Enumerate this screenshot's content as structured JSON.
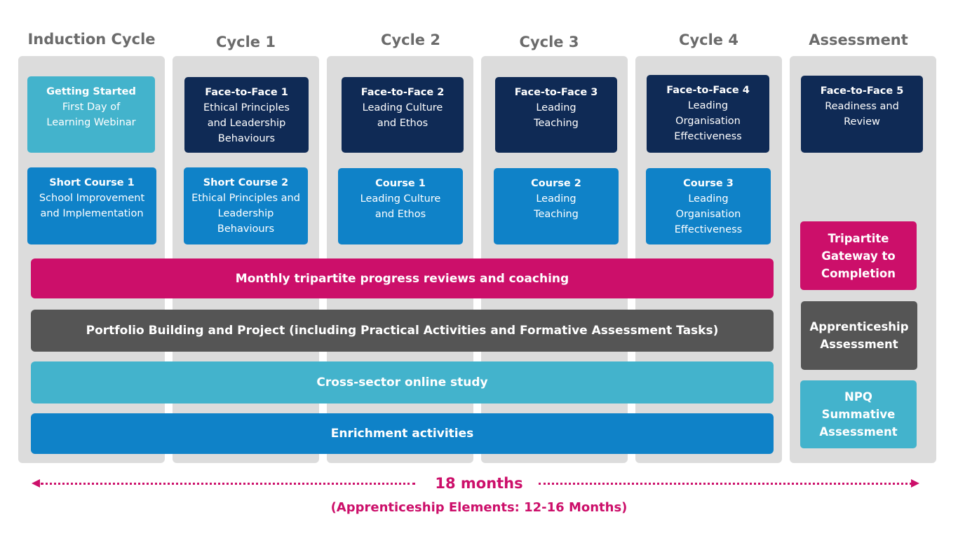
{
  "columns": {
    "induction": "Induction Cycle",
    "cycle1": "Cycle 1",
    "cycle2": "Cycle 2",
    "cycle3": "Cycle 3",
    "cycle4": "Cycle 4",
    "assessment": "Assessment"
  },
  "top_boxes": {
    "getting_started": {
      "title": "Getting Started",
      "l1": "First Day of",
      "l2": "Learning Webinar"
    },
    "f2f1": {
      "title": "Face-to-Face 1",
      "l1": "Ethical Principles",
      "l2": "and Leadership",
      "l3": "Behaviours"
    },
    "f2f2": {
      "title": "Face-to-Face 2",
      "l1": "Leading Culture",
      "l2": "and Ethos"
    },
    "f2f3": {
      "title": "Face-to-Face 3",
      "l1": "Leading",
      "l2": "Teaching"
    },
    "f2f4": {
      "title": "Face-to-Face 4",
      "l1": "Leading",
      "l2": "Organisation",
      "l3": "Effectiveness"
    },
    "f2f5": {
      "title": "Face-to-Face 5",
      "l1": "Readiness and",
      "l2": "Review"
    }
  },
  "course_boxes": {
    "sc1": {
      "title": "Short Course 1",
      "l1": "School Improvement",
      "l2": "and Implementation"
    },
    "sc2": {
      "title": "Short Course 2",
      "l1": "Ethical Principles and",
      "l2": "Leadership",
      "l3": "Behaviours"
    },
    "c1": {
      "title": "Course 1",
      "l1": "Leading Culture",
      "l2": "and Ethos"
    },
    "c2": {
      "title": "Course 2",
      "l1": "Leading",
      "l2": "Teaching"
    },
    "c3": {
      "title": "Course 3",
      "l1": "Leading",
      "l2": "Organisation",
      "l3": "Effectiveness"
    }
  },
  "bars": {
    "monthly": "Monthly tripartite progress reviews and coaching",
    "portfolio": "Portfolio Building and Project (including Practical Activities and Formative Assessment Tasks)",
    "cross_sector": "Cross-sector online study",
    "enrichment": "Enrichment activities"
  },
  "assessment_boxes": {
    "tripartite": {
      "l1": "Tripartite",
      "l2": "Gateway to",
      "l3": "Completion"
    },
    "apprenticeship": {
      "l1": "Apprenticeship",
      "l2": "Assessment"
    },
    "npq": {
      "l1": "NPQ",
      "l2": "Summative",
      "l3": "Assessment"
    }
  },
  "timeline": {
    "duration": "18 months",
    "note": "(Apprenticeship Elements: 12-16 Months)"
  },
  "colors": {
    "dark_navy": "#0f2a55",
    "blue": "#0f82c8",
    "teal": "#43b3cc",
    "pink": "#cc0f6a",
    "grey": "#555555",
    "column_bg": "#dcdcdc"
  }
}
